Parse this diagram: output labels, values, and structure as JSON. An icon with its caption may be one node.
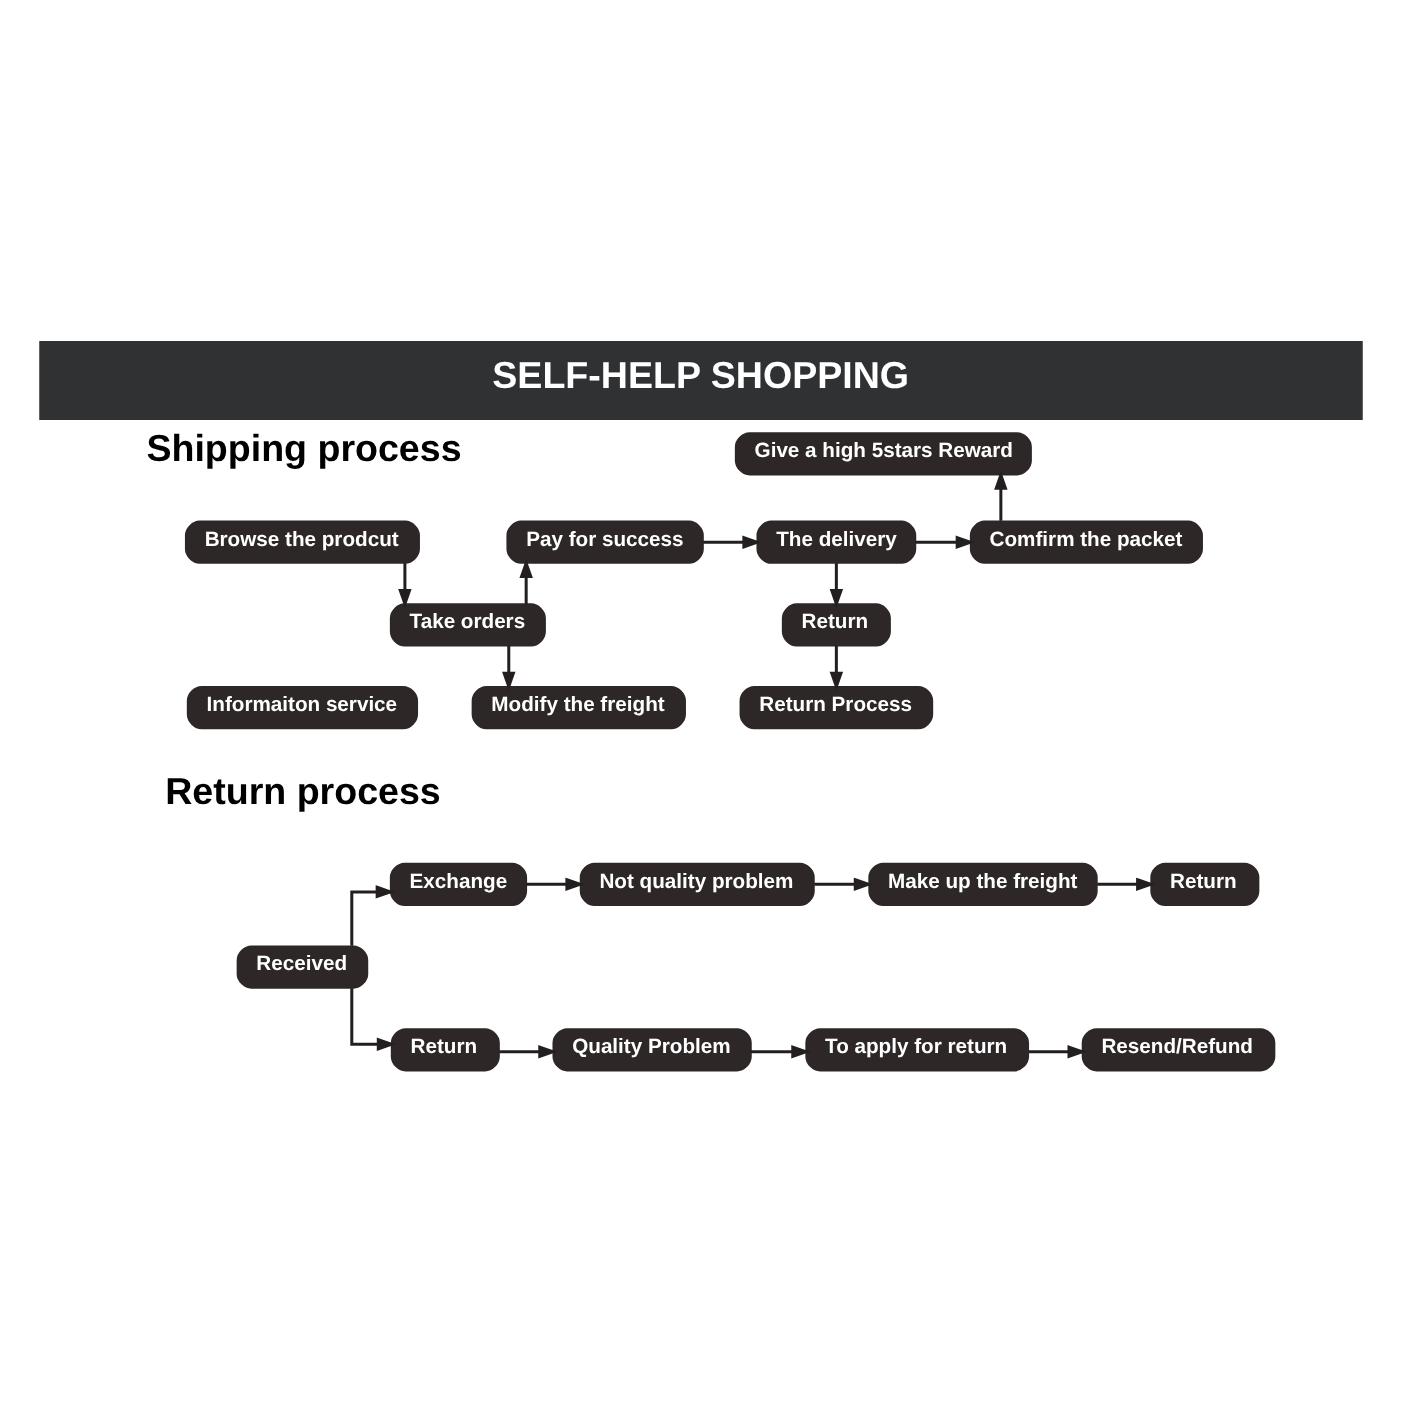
{
  "diagram": {
    "title": "SELF-HELP SHOPPING",
    "nodes": [
      {
        "text": [
          "Give a high 5stars Reward"
        ]
      },
      {
        "text": [
          "Browse the prodcut"
        ]
      },
      {
        "text": [
          "Pay for success"
        ]
      },
      {
        "text": [
          "The delivery"
        ]
      },
      {
        "text": [
          "Comfirm the packet"
        ]
      },
      {
        "text": [
          "Take orders"
        ]
      },
      {
        "text": [
          "Return"
        ]
      },
      {
        "text": [
          "Informaiton service"
        ]
      },
      {
        "text": [
          "Modify the freight"
        ]
      },
      {
        "text": [
          "Return Process"
        ]
      },
      {
        "text": [
          "Exchange"
        ]
      },
      {
        "text": [
          "Not quality problem"
        ]
      },
      {
        "text": [
          "Make up the freight"
        ]
      },
      {
        "text": [
          "Return"
        ]
      },
      {
        "text": [
          "Received"
        ]
      },
      {
        "text": [
          "Return"
        ]
      },
      {
        "text": [
          "Quality Problem"
        ]
      },
      {
        "text": [
          "To apply for return"
        ]
      },
      {
        "text": [
          "Resend/Refund"
        ]
      }
    ],
    "edges": [
      {
        "from": 1,
        "to": 5,
        "arrow": "to"
      },
      {
        "from": 5,
        "to": 2,
        "arrow": "to"
      },
      {
        "from": 5,
        "to": 8,
        "arrow": "to"
      },
      {
        "from": 2,
        "to": 3,
        "arrow": "to"
      },
      {
        "from": 3,
        "to": 4,
        "arrow": "to"
      },
      {
        "from": 4,
        "to": 0,
        "arrow": "to"
      },
      {
        "from": 3,
        "to": 6,
        "arrow": "to"
      },
      {
        "from": 6,
        "to": 9,
        "arrow": "to"
      },
      {
        "from": 14,
        "to": 10,
        "arrow": "to"
      },
      {
        "from": 14,
        "to": 15,
        "arrow": "to"
      },
      {
        "from": 10,
        "to": 11,
        "arrow": "to"
      },
      {
        "from": 11,
        "to": 12,
        "arrow": "to"
      },
      {
        "from": 12,
        "to": 13,
        "arrow": "to"
      },
      {
        "from": 15,
        "to": 16,
        "arrow": "to"
      },
      {
        "from": 16,
        "to": 17,
        "arrow": "to"
      },
      {
        "from": 17,
        "to": 18,
        "arrow": "to"
      }
    ],
    "labels": [
      "Shipping process",
      "Return process"
    ]
  }
}
